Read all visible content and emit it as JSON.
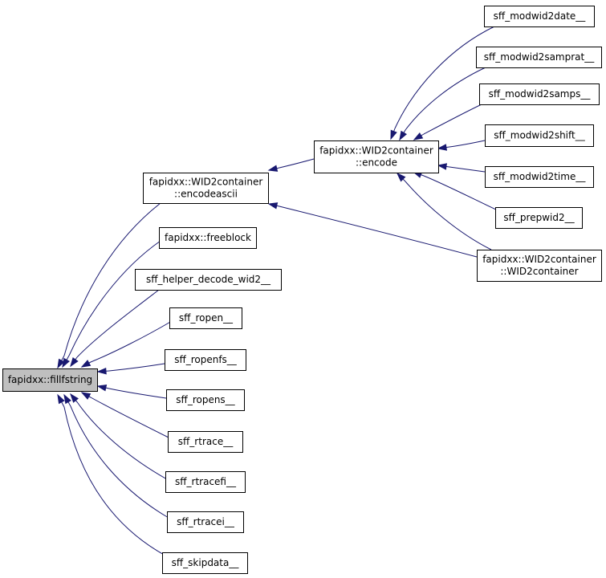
{
  "graph": {
    "title": "",
    "colors": {
      "edge": "#191970",
      "node_border": "#000000",
      "node_fill": "#ffffff",
      "root_fill": "#bfbfbf"
    },
    "nodes": {
      "root": {
        "lines": [
          "fapidxx::fillfstring"
        ]
      },
      "encodeascii": {
        "lines": [
          "fapidxx::WID2container",
          "::encodeascii"
        ]
      },
      "freeblock": {
        "lines": [
          "fapidxx::freeblock"
        ]
      },
      "helper_decode": {
        "lines": [
          "sff_helper_decode_wid2__"
        ]
      },
      "ropen": {
        "lines": [
          "sff_ropen__"
        ]
      },
      "ropenfs": {
        "lines": [
          "sff_ropenfs__"
        ]
      },
      "ropens": {
        "lines": [
          "sff_ropens__"
        ]
      },
      "rtrace": {
        "lines": [
          "sff_rtrace__"
        ]
      },
      "rtracefi": {
        "lines": [
          "sff_rtracefi__"
        ]
      },
      "rtracei": {
        "lines": [
          "sff_rtracei__"
        ]
      },
      "skipdata": {
        "lines": [
          "sff_skipdata__"
        ]
      },
      "encode": {
        "lines": [
          "fapidxx::WID2container",
          "::encode"
        ]
      },
      "ctor": {
        "lines": [
          "fapidxx::WID2container",
          "::WID2container"
        ]
      },
      "modwid2date": {
        "lines": [
          "sff_modwid2date__"
        ]
      },
      "modwid2samprat": {
        "lines": [
          "sff_modwid2samprat__"
        ]
      },
      "modwid2samps": {
        "lines": [
          "sff_modwid2samps__"
        ]
      },
      "modwid2shift": {
        "lines": [
          "sff_modwid2shift__"
        ]
      },
      "modwid2time": {
        "lines": [
          "sff_modwid2time__"
        ]
      },
      "prepwid2": {
        "lines": [
          "sff_prepwid2__"
        ]
      }
    },
    "edges": [
      [
        "encodeascii",
        "root"
      ],
      [
        "freeblock",
        "root"
      ],
      [
        "helper_decode",
        "root"
      ],
      [
        "ropen",
        "root"
      ],
      [
        "ropenfs",
        "root"
      ],
      [
        "ropens",
        "root"
      ],
      [
        "rtrace",
        "root"
      ],
      [
        "rtracefi",
        "root"
      ],
      [
        "rtracei",
        "root"
      ],
      [
        "skipdata",
        "root"
      ],
      [
        "encode",
        "encodeascii"
      ],
      [
        "ctor",
        "encodeascii"
      ],
      [
        "modwid2date",
        "encode"
      ],
      [
        "modwid2samprat",
        "encode"
      ],
      [
        "modwid2samps",
        "encode"
      ],
      [
        "modwid2shift",
        "encode"
      ],
      [
        "modwid2time",
        "encode"
      ],
      [
        "prepwid2",
        "encode"
      ],
      [
        "ctor",
        "encode"
      ]
    ]
  }
}
